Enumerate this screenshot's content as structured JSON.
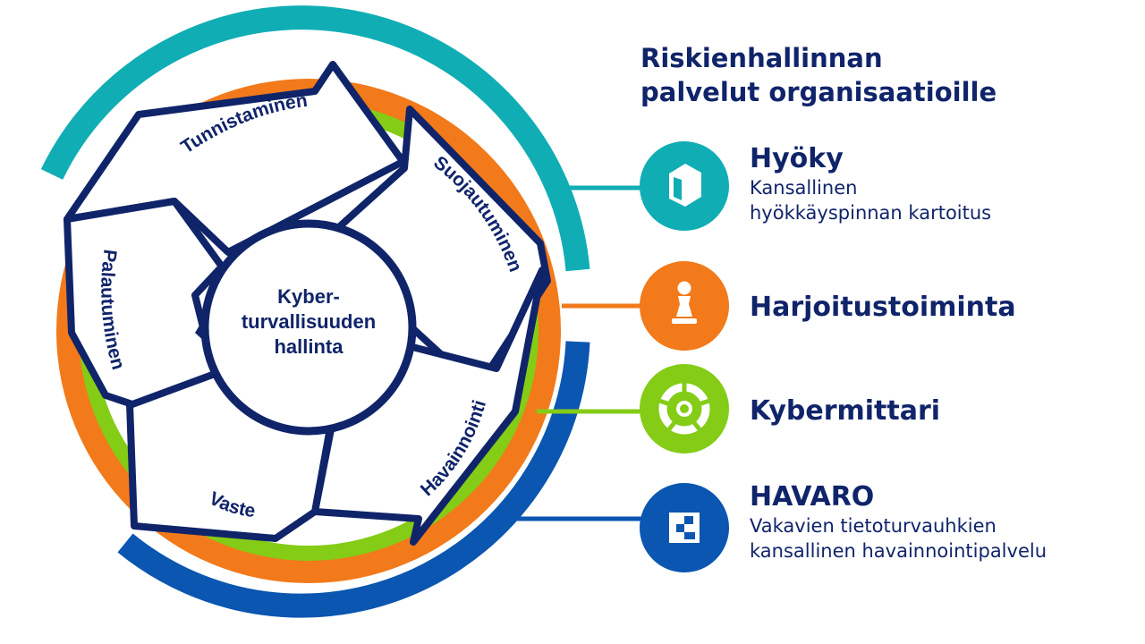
{
  "heading": {
    "line1": "Riskienhallinnan",
    "line2": "palvelut organisaatioille"
  },
  "center": {
    "line1": "Kyber-",
    "line2": "turvallisuuden",
    "line3": "hallinta"
  },
  "phases": {
    "tunnistaminen": "Tunnistaminen",
    "suojautuminen": "Suojautuminen",
    "havainnointi": "Havainnointi",
    "vaste": "Vaste",
    "palautuminen": "Palautuminen"
  },
  "services": [
    {
      "name": "Hyöky",
      "desc_line1": "Kansallinen",
      "desc_line2": "hyökkäyspinnan kartoitus",
      "color": "#10aeb4",
      "icon": "cube-icon"
    },
    {
      "name": "Harjoitustoiminta",
      "desc_line1": "",
      "desc_line2": "",
      "color": "#f27a1a",
      "icon": "chess-pawn-icon"
    },
    {
      "name": "Kybermittari",
      "desc_line1": "",
      "desc_line2": "",
      "color": "#84cc16",
      "icon": "meter-ring-icon"
    },
    {
      "name": "HAVARO",
      "desc_line1": "Vakavien tietoturvauhkien",
      "desc_line2": "kansallinen havainnointipalvelu",
      "color": "#0a56b0",
      "icon": "squares-icon"
    }
  ],
  "colors": {
    "navy": "#10246a",
    "teal": "#10aeb4",
    "orange": "#f27a1a",
    "green": "#84cc16",
    "blue": "#0a56b0"
  }
}
